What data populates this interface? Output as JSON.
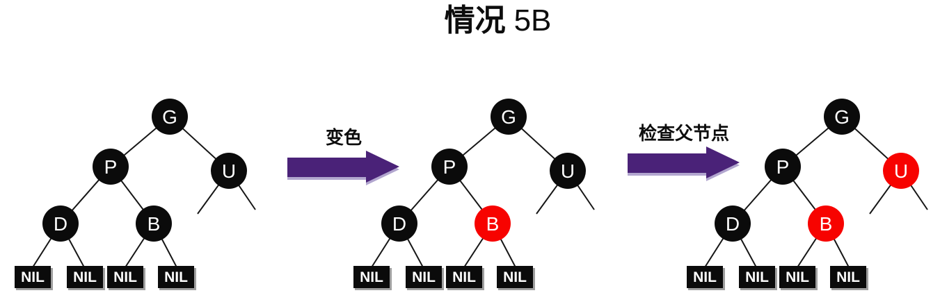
{
  "title": {
    "prefix": "情况",
    "suffix": "5B"
  },
  "arrows": [
    {
      "label": "变色"
    },
    {
      "label": "检查父节点"
    }
  ],
  "nil_label": "NIL",
  "colors": {
    "background": "#ffffff",
    "node_black": "#0b0b0b",
    "node_red": "#f70300",
    "node_text": "#ffffff",
    "edge_line": "#161616",
    "nil_edge_gray": "#9f9f9f",
    "arrow_purple": "#4a2278",
    "arrow_edge": "#b2a6cf",
    "text_black": "#0d0d0d"
  },
  "trees": [
    {
      "nodes": {
        "g": {
          "label": "G",
          "fill": "#0b0b0b"
        },
        "p": {
          "label": "P",
          "fill": "#0b0b0b"
        },
        "u": {
          "label": "U",
          "fill": "#0b0b0b"
        },
        "d": {
          "label": "D",
          "fill": "#0b0b0b"
        },
        "b": {
          "label": "B",
          "fill": "#0b0b0b"
        }
      }
    },
    {
      "nodes": {
        "g": {
          "label": "G",
          "fill": "#0b0b0b"
        },
        "p": {
          "label": "P",
          "fill": "#0b0b0b"
        },
        "u": {
          "label": "U",
          "fill": "#0b0b0b"
        },
        "d": {
          "label": "D",
          "fill": "#0b0b0b"
        },
        "b": {
          "label": "B",
          "fill": "#f70300"
        }
      }
    },
    {
      "nodes": {
        "g": {
          "label": "G",
          "fill": "#0b0b0b"
        },
        "p": {
          "label": "P",
          "fill": "#0b0b0b"
        },
        "u": {
          "label": "U",
          "fill": "#f70300"
        },
        "d": {
          "label": "D",
          "fill": "#0b0b0b"
        },
        "b": {
          "label": "B",
          "fill": "#f70300"
        }
      }
    }
  ]
}
